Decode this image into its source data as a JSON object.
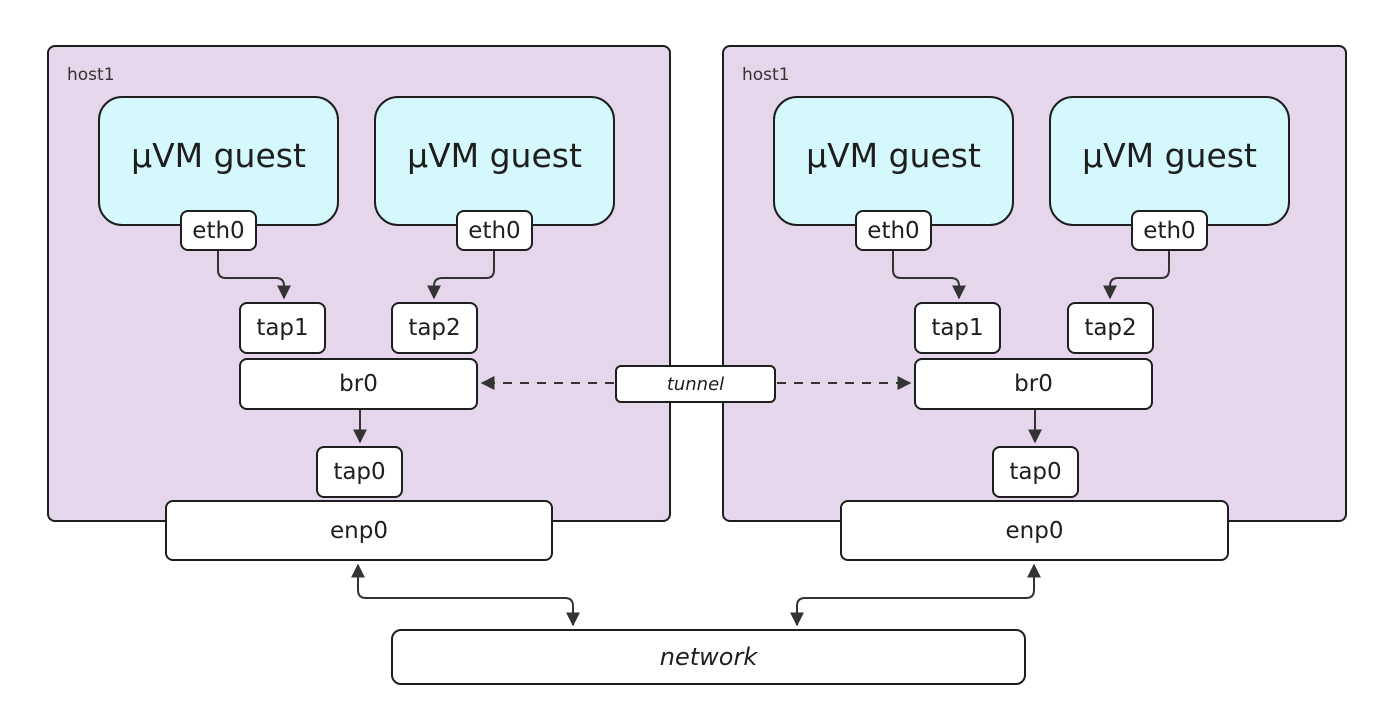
{
  "hosts": [
    {
      "label": "host1",
      "guests": [
        {
          "title": "µVM guest",
          "iface": "eth0"
        },
        {
          "title": "µVM guest",
          "iface": "eth0"
        }
      ],
      "taps": [
        "tap1",
        "tap2"
      ],
      "bridge": "br0",
      "uplink_tap": "tap0",
      "nic": "enp0"
    },
    {
      "label": "host1",
      "guests": [
        {
          "title": "µVM guest",
          "iface": "eth0"
        },
        {
          "title": "µVM guest",
          "iface": "eth0"
        }
      ],
      "taps": [
        "tap1",
        "tap2"
      ],
      "bridge": "br0",
      "uplink_tap": "tap0",
      "nic": "enp0"
    }
  ],
  "tunnel_label": "tunnel",
  "network_label": "network",
  "colors": {
    "host_fill": "#e6d6ec",
    "guest_fill": "#d4f8fb",
    "stroke": "#1e1e1e",
    "wire": "#333333"
  }
}
